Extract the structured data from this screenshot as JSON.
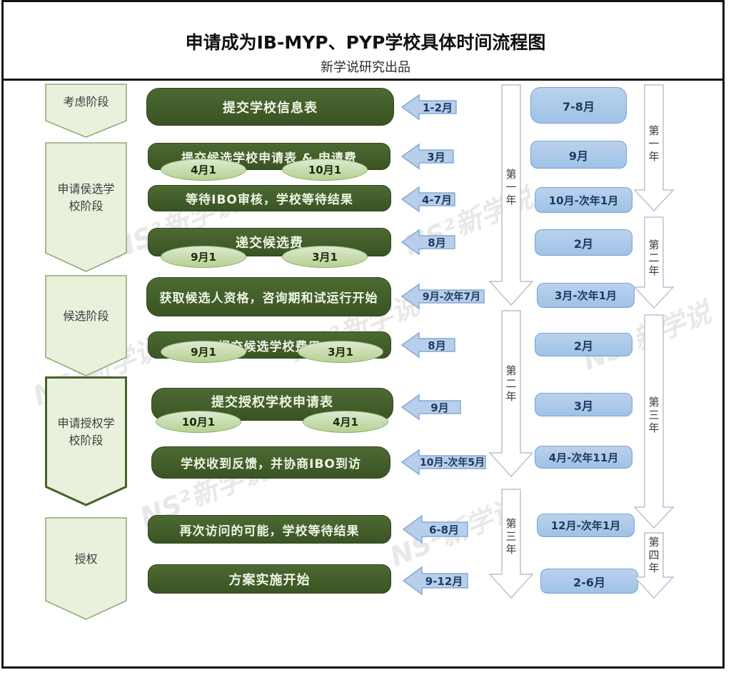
{
  "header": {
    "title": "申请成为IB-MYP、PYP学校具体时间流程图",
    "subtitle": "新学说研究出品"
  },
  "stages": [
    {
      "label": "考虑阶段"
    },
    {
      "label": "申请侯选学校阶段"
    },
    {
      "label": "候选阶段"
    },
    {
      "label": "申请授权学校阶段"
    },
    {
      "label": "授权"
    }
  ],
  "steps": [
    {
      "label": "提交学校信息表",
      "month": "1-2月"
    },
    {
      "label": "提交候选学校申请表 & 申请费",
      "month": "3月",
      "deadline_left": "4月1",
      "deadline_right": "10月1"
    },
    {
      "label": "等待IBO审核，学校等待结果",
      "month": "4-7月"
    },
    {
      "label": "递交候选费",
      "month": "8月",
      "deadline_left": "9月1",
      "deadline_right": "3月1"
    },
    {
      "label": "获取候选人资格，咨询期和试运行开始",
      "month": "9月-次年7月"
    },
    {
      "label": "提交候选学校费用",
      "month": "8月",
      "deadline_left": "9月1",
      "deadline_right": "3月1"
    },
    {
      "label": "提交授权学校申请表",
      "month": "9月",
      "deadline_left": "10月1",
      "deadline_right": "4月1"
    },
    {
      "label": "学校收到反馈，并协商IBO到访",
      "month": "10月-次年5月"
    },
    {
      "label": "再次访问的可能，学校等待结果",
      "month": "6-8月"
    },
    {
      "label": "方案实施开始",
      "month": "9-12月"
    }
  ],
  "left_year_track": [
    {
      "label": "第一年"
    },
    {
      "label": "第二年"
    },
    {
      "label": "第三年"
    }
  ],
  "right_months": [
    {
      "label": "7-8月"
    },
    {
      "label": "9月"
    },
    {
      "label": "10月-次年1月"
    },
    {
      "label": "2月"
    },
    {
      "label": "3月-次年1月"
    },
    {
      "label": "2月"
    },
    {
      "label": "3月"
    },
    {
      "label": "4月-次年11月"
    },
    {
      "label": "12月-次年1月"
    },
    {
      "label": "2-6月"
    }
  ],
  "right_year_track": [
    {
      "label": "第一年"
    },
    {
      "label": "第二年"
    },
    {
      "label": "第三年"
    },
    {
      "label": "第四年"
    }
  ],
  "watermark": "NS²新学说",
  "colors": {
    "step_box_green": "#42612b",
    "step_text": "#eef4e4",
    "deadline_ellipse_fill": "#c8dcaa",
    "stage_chevron_fill": "#e9f1dc",
    "stage_chevron_border": "#91a97c",
    "month_arrow_fill": "#b7cfea",
    "month_box_fill": "#a9c7e8",
    "month_text_navy": "#1f3a60",
    "year_arrow_outline": "#b6c3d4",
    "frame_border": "#151515"
  }
}
